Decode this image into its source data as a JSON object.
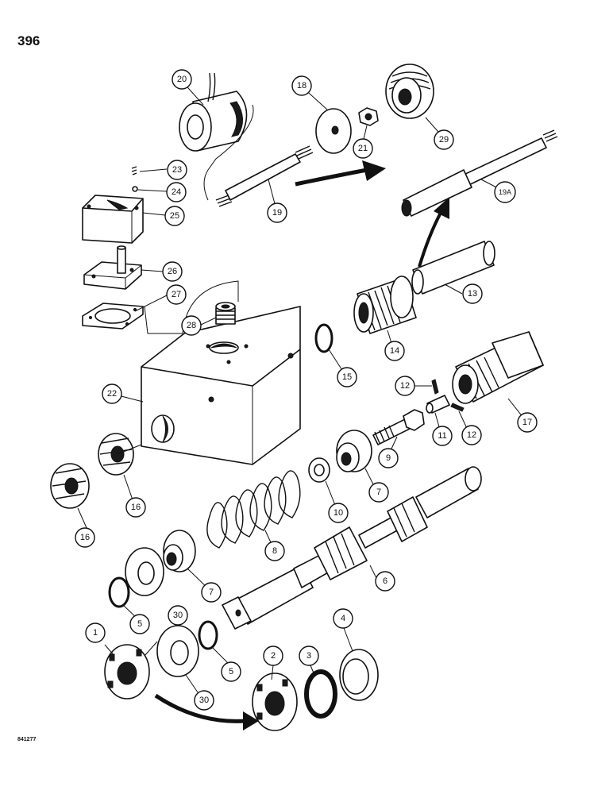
{
  "page_number": "396",
  "reference_code": "841277",
  "callouts": [
    "1",
    "2",
    "3",
    "4",
    "5",
    "5",
    "6",
    "7",
    "7",
    "8",
    "9",
    "10",
    "11",
    "12",
    "12",
    "13",
    "14",
    "15",
    "16",
    "16",
    "17",
    "18",
    "19",
    "19A",
    "20",
    "21",
    "22",
    "23",
    "24",
    "25",
    "26",
    "27",
    "28",
    "29",
    "30",
    "30"
  ]
}
